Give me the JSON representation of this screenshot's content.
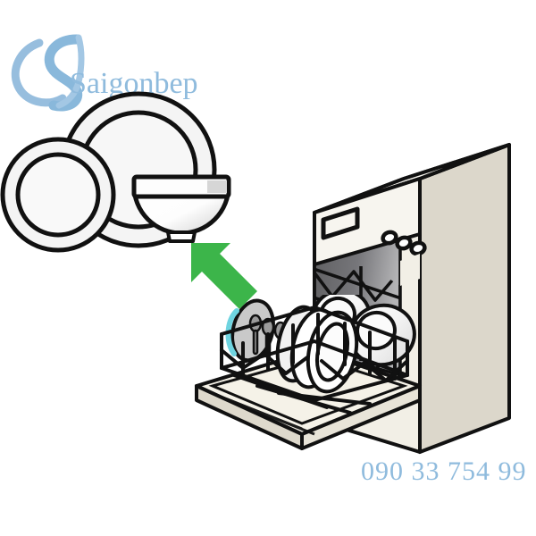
{
  "illustration": {
    "title": "Dishwasher loading illustration",
    "subject": "Dishes being loaded into an open dishwasher",
    "background_color": "#ffffff"
  },
  "watermark": {
    "logo_letter": "S",
    "logo_name": "logo-swoosh-s",
    "brand_text": "Saigonbep",
    "brand_color": "#7fb2d9",
    "logo_color": "#89b8dc"
  },
  "contact": {
    "phone": "090 33 754 99",
    "phone_color": "#8fbbdd"
  },
  "arrow": {
    "name": "green-direction-arrow",
    "color": "#3cb54a",
    "direction": "down-right",
    "meaning": "place dishes into the dishwasher"
  },
  "dishware_group": {
    "label": "Clean dishes to be loaded",
    "items": [
      {
        "name": "large-plate",
        "type": "plate",
        "fill": "#f4f4f4",
        "stroke": "#1a1a1a"
      },
      {
        "name": "small-plate",
        "type": "plate",
        "fill": "#f4f4f4",
        "stroke": "#1a1a1a"
      },
      {
        "name": "bowl",
        "type": "bowl",
        "fill": "#ffffff",
        "shade": "#d6d6d6",
        "stroke": "#1a1a1a"
      }
    ]
  },
  "dishwasher": {
    "name": "dishwasher-appliance",
    "state": "door-open",
    "colors": {
      "top_face": "#f7f5ef",
      "front_face": "#f2efe6",
      "side_face": "#dcd7cb",
      "door_face": "#efece1",
      "door_edge": "#ded9cc",
      "interior_dark": "#58585a",
      "interior_mid": "#7d7d7f",
      "interior_light": "#a8a8aa",
      "outline": "#111111"
    },
    "control_panel": {
      "name": "control-panel",
      "display": {
        "name": "display-window",
        "shape": "rounded-rectangle"
      },
      "buttons": [
        {
          "name": "control-button-1",
          "shape": "oval"
        },
        {
          "name": "control-button-2",
          "shape": "oval"
        },
        {
          "name": "control-button-3",
          "shape": "oval"
        }
      ]
    },
    "upper_rack": {
      "name": "upper-wire-rack",
      "pattern": "diamond-lattice"
    },
    "lower_basket": {
      "name": "lower-basket",
      "pattern": "wire-grid",
      "contents": [
        {
          "name": "basket-plate-teal",
          "type": "plate",
          "accent_color": "#6fd4e0",
          "fill": "#c9c9c9"
        },
        {
          "name": "basket-cutlery",
          "type": "cutlery",
          "fill": "#9a9a9a",
          "count": 4
        },
        {
          "name": "basket-plate-1",
          "type": "plate",
          "fill": "#fbfbfb"
        },
        {
          "name": "basket-plate-2",
          "type": "plate",
          "fill": "#fbfbfb"
        },
        {
          "name": "basket-plate-3",
          "type": "plate",
          "fill": "#f2f2f2"
        },
        {
          "name": "basket-plate-4",
          "type": "plate",
          "fill": "#ffffff"
        },
        {
          "name": "basket-plate-5",
          "type": "plate",
          "fill": "#ffffff"
        }
      ]
    }
  }
}
